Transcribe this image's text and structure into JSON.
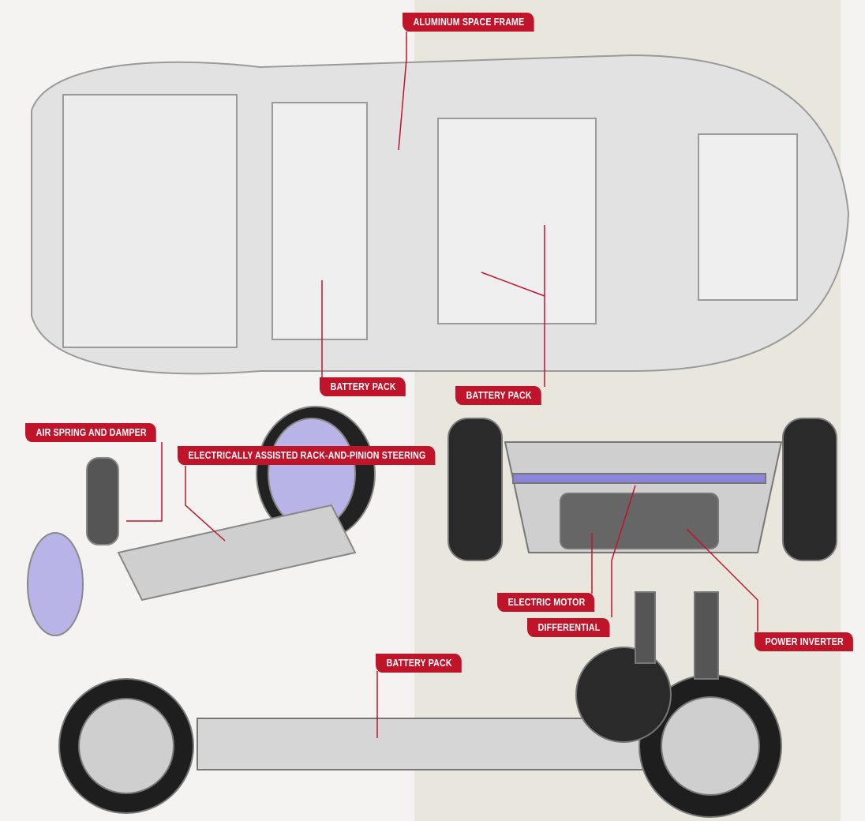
{
  "title": "Vehicle chassis cutaway diagram",
  "labels": {
    "space_frame": "ALUMINUM SPACE FRAME",
    "battery_pack_front": "BATTERY PACK",
    "battery_pack_rear": "BATTERY PACK",
    "air_spring": "AIR SPRING AND DAMPER",
    "steering": "ELECTRICALLY ASSISTED RACK-AND-PINION STEERING",
    "electric_motor": "ELECTRIC MOTOR",
    "differential": "DIFFERENTIAL",
    "power_inverter": "POWER INVERTER",
    "battery_pack_skateboard": "BATTERY PACK"
  },
  "colors": {
    "label_bg": "#c0142a",
    "leader": "#c0142a",
    "metal": "#d9d9d9"
  }
}
